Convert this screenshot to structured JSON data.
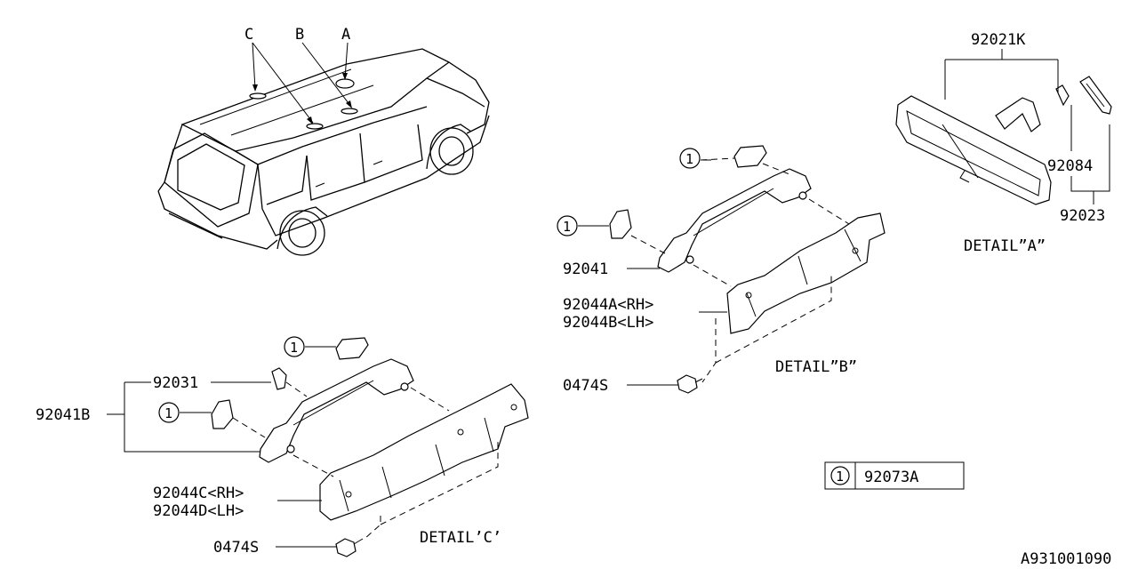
{
  "callouts": {
    "a": "A",
    "b": "B",
    "c": "C",
    "circle_num": "1"
  },
  "detail_a": {
    "title": "DETAIL”A”",
    "part_mirror": "92021K",
    "part_cover": "92084",
    "part_bracket": "92023"
  },
  "detail_b": {
    "title": "DETAIL”B”",
    "part_grip": "92041",
    "part_base_rh": "92044A<RH>",
    "part_base_lh": "92044B<LH>",
    "part_bolt": "0474S"
  },
  "detail_c": {
    "title": "DETAIL’C’",
    "part_cap": "92031",
    "part_grip": "92041B",
    "part_base_rh": "92044C<RH>",
    "part_base_lh": "92044D<LH>",
    "part_bolt": "0474S"
  },
  "legend": {
    "num": "1",
    "part": "92073A"
  },
  "diagram_id": "A931001090"
}
